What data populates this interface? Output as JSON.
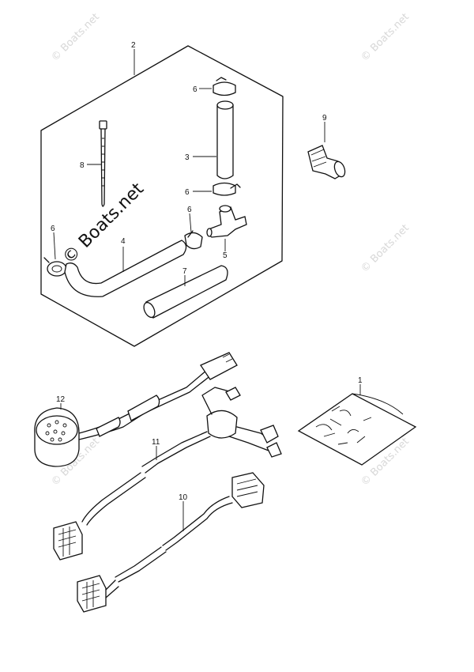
{
  "watermark": {
    "small_text": "© Boats.net",
    "big_text": "© Boats.net"
  },
  "callouts": {
    "n1": "1",
    "n2": "2",
    "n3": "3",
    "n4": "4",
    "n5": "5",
    "n6a": "6",
    "n6b": "6",
    "n6c": "6",
    "n6d": "6",
    "n7": "7",
    "n8": "8",
    "n9": "9",
    "n10": "10",
    "n11": "11",
    "n12": "12"
  }
}
